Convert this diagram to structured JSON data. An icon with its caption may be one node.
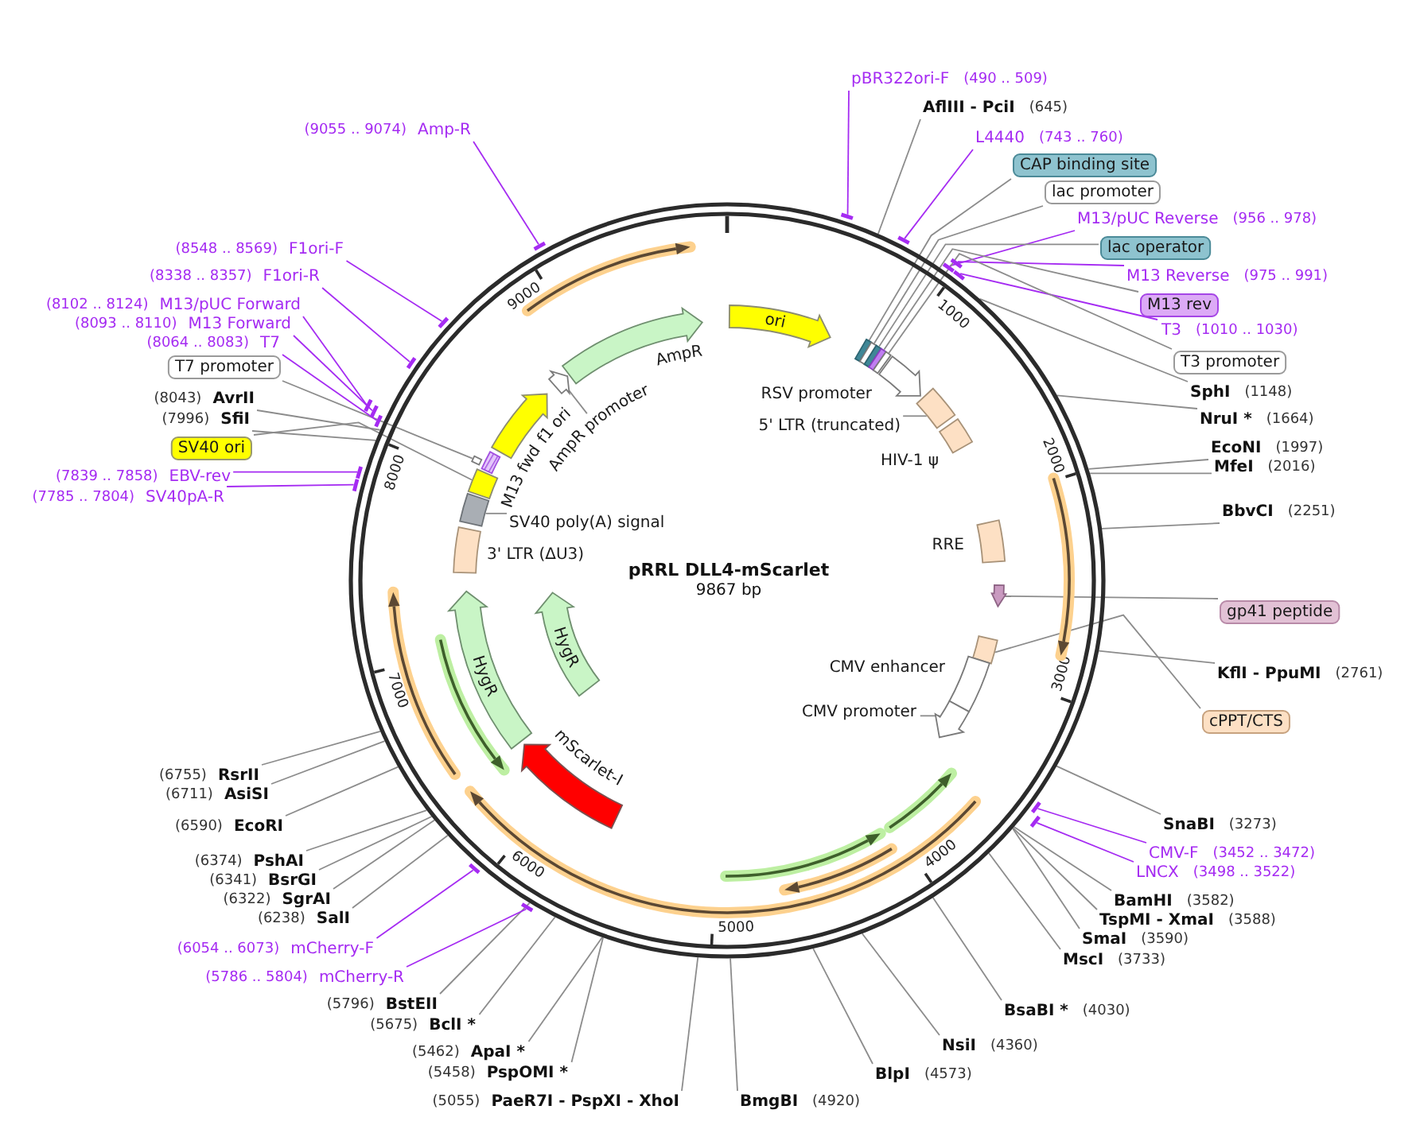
{
  "diagram": {
    "nodes": [
      {
        "text": [
          "pRRL DLL4-mScarlet",
          "9867 bp"
        ]
      },
      {
        "text": [
          "ori"
        ],
        "in": 0
      },
      {
        "text": [],
        "shape": "box",
        "in": 0
      },
      {
        "text": [],
        "shape": "box",
        "in": 0
      },
      {
        "text": [],
        "shape": "box",
        "in": 0
      },
      {
        "text": [],
        "shape": "box",
        "in": 0
      },
      {
        "text": [],
        "shape": "box",
        "in": 0
      },
      {
        "text": [],
        "shape": "arrow",
        "beside": [
          "RSV promoter"
        ],
        "in": 0
      },
      {
        "text": [],
        "shape": "box",
        "in": 0
      },
      {
        "text": [],
        "shape": "box",
        "beside": [
          "HIV-1 ψ"
        ],
        "in": 0
      },
      {
        "text": [],
        "shape": "box",
        "beside": [
          "RRE"
        ],
        "in": 0
      },
      {
        "text": [],
        "shape": "arrow",
        "in": 0
      },
      {
        "text": [],
        "shape": "box",
        "in": 0
      },
      {
        "text": [],
        "shape": "box",
        "beside": [
          "CMV enhancer"
        ],
        "in": 0
      },
      {
        "text": [],
        "shape": "arrow",
        "in": 0
      },
      {
        "text": [],
        "shape": "arrow",
        "beside": [
          "mScarlet-I"
        ],
        "in": 0
      },
      {
        "text": [
          "HygR"
        ],
        "in": 0
      },
      {
        "text": [
          "HygR"
        ],
        "in": 0
      },
      {
        "text": [],
        "shape": "box",
        "beside": [
          "3' LTR (ΔU3)"
        ],
        "in": 0
      },
      {
        "text": [],
        "shape": "box",
        "in": 0
      },
      {
        "text": [],
        "shape": "box",
        "in": 0
      },
      {
        "text": [],
        "shape": "box",
        "beside": [
          "M13 fwd"
        ],
        "in": 0
      },
      {
        "text": [],
        "shape": "box",
        "in": 0
      },
      {
        "text": [],
        "shape": "arrow",
        "beside": [
          "f1 ori"
        ],
        "in": 0
      },
      {
        "text": [],
        "shape": "arrow",
        "in": 0
      },
      {
        "text": [],
        "shape": "arrow",
        "beside": [
          "AmpR"
        ],
        "in": 0
      },
      {
        "text": [
          "5' LTR (truncated)"
        ],
        "in": 0
      },
      {
        "text": [
          "CMV promoter"
        ],
        "in": 0
      },
      {
        "text": [
          "SV40 poly(A) signal"
        ],
        "in": 0
      },
      {
        "text": [
          "AmpR promoter"
        ],
        "in": 0
      },
      {
        "text": [
          "pBR322ori-F",
          "(490 .. 509)"
        ]
      },
      {
        "text": [
          "AflIII - PciI",
          "(645)"
        ]
      },
      {
        "text": [
          "L4440",
          "(743 .. 760)"
        ]
      },
      {
        "text": [
          "CAP binding site"
        ]
      },
      {
        "text": [
          "lac promoter"
        ]
      },
      {
        "text": [
          "M13/pUC Reverse",
          "(956 .. 978)"
        ]
      },
      {
        "text": [
          "lac operator"
        ]
      },
      {
        "text": [
          "M13 Reverse",
          "(975 .. 991)"
        ]
      },
      {
        "text": [
          "M13 rev"
        ]
      },
      {
        "text": [
          "T3",
          "(1010 .. 1030)"
        ]
      },
      {
        "text": [
          "T3 promoter"
        ]
      },
      {
        "text": [
          "SphI",
          "(1148)"
        ]
      },
      {
        "text": [
          "NruI *",
          "(1664)"
        ]
      },
      {
        "text": [
          "EcoNI",
          "(1997)"
        ]
      },
      {
        "text": [
          "MfeI",
          "(2016)"
        ]
      },
      {
        "text": [
          "BbvCI",
          "(2251)"
        ]
      },
      {
        "text": [
          "gp41 peptide"
        ]
      },
      {
        "text": [
          "KflI - PpuMI",
          "(2761)"
        ]
      },
      {
        "text": [
          "cPPT/CTS"
        ]
      },
      {
        "text": [
          "SnaBI",
          "(3273)"
        ]
      },
      {
        "text": [
          "CMV-F",
          "(3452 .. 3472)"
        ]
      },
      {
        "text": [
          "LNCX",
          "(3498 .. 3522)"
        ]
      },
      {
        "text": [
          "BamHI",
          "(3582)"
        ]
      },
      {
        "text": [
          "TspMI - XmaI",
          "(3588)"
        ]
      },
      {
        "text": [
          "SmaI",
          "(3590)"
        ]
      },
      {
        "text": [
          "MscI",
          "(3733)"
        ]
      },
      {
        "text": [
          "BsaBI *",
          "(4030)"
        ]
      },
      {
        "text": [
          "NsiI",
          "(4360)"
        ]
      },
      {
        "text": [
          "BlpI",
          "(4573)"
        ]
      },
      {
        "text": [
          "BmgBI",
          "(4920)"
        ]
      },
      {
        "text": [
          "(5055)",
          "PaeR7I - PspXI - XhoI"
        ]
      },
      {
        "text": [
          "(5458)",
          "PspOMI *"
        ]
      },
      {
        "text": [
          "(5462)",
          "ApaI *"
        ]
      },
      {
        "text": [
          "(5675)",
          "BclI *"
        ]
      },
      {
        "text": [
          "(5796)",
          "BstEII"
        ]
      },
      {
        "text": [
          "(5786 .. 5804)",
          "mCherry-R"
        ]
      },
      {
        "text": [
          "(6054 .. 6073)",
          "mCherry-F"
        ]
      },
      {
        "text": [
          "(6238)",
          "SalI"
        ]
      },
      {
        "text": [
          "(6322)",
          "SgrAI"
        ]
      },
      {
        "text": [
          "(6341)",
          "BsrGI"
        ]
      },
      {
        "text": [
          "(6374)",
          "PshAI"
        ]
      },
      {
        "text": [
          "(6590)",
          "EcoRI"
        ]
      },
      {
        "text": [
          "(6711)",
          "AsiSI"
        ]
      },
      {
        "text": [
          "(6755)",
          "RsrII"
        ]
      },
      {
        "text": [
          "(7785 .. 7804)",
          "SV40pA-R"
        ]
      },
      {
        "text": [
          "(7839 .. 7858)",
          "EBV-rev"
        ]
      },
      {
        "text": [
          "SV40 ori"
        ]
      },
      {
        "text": [
          "(7996)",
          "SfiI"
        ]
      },
      {
        "text": [
          "(8043)",
          "AvrII"
        ]
      },
      {
        "text": [
          "T7 promoter"
        ]
      },
      {
        "text": [
          "(8064 .. 8083)",
          "T7"
        ]
      },
      {
        "text": [
          "(8093 .. 8110)",
          "M13 Forward"
        ]
      },
      {
        "text": [
          "(8102 .. 8124)",
          "M13/pUC Forward"
        ]
      },
      {
        "text": [
          "(8338 .. 8357)",
          "F1ori-R"
        ]
      },
      {
        "text": [
          "(8548 .. 8569)",
          "F1ori-F"
        ]
      },
      {
        "text": [
          "(9055 .. 9074)",
          "Amp-R"
        ]
      },
      {
        "text": [],
        "shape": "bar"
      },
      {
        "text": [],
        "shape": "bar"
      },
      {
        "text": [],
        "shape": "bar"
      },
      {
        "text": [],
        "shape": "bar"
      },
      {
        "text": [],
        "shape": "bar"
      },
      {
        "text": [],
        "shape": "bar"
      },
      {
        "text": [],
        "shape": "bar"
      },
      {
        "text": [],
        "shape": "bar"
      },
      {
        "text": [],
        "shape": "bar"
      },
      {
        "text": [],
        "shape": "bar"
      },
      {
        "text": [],
        "shape": "bar"
      },
      {
        "text": [],
        "shape": "bar"
      },
      {
        "text": [],
        "shape": "bar"
      },
      {
        "text": [],
        "shape": "bar"
      },
      {
        "text": [],
        "shape": "bar"
      },
      {
        "text": [],
        "shape": "bar"
      },
      {
        "text": [],
        "shape": "bar"
      }
    ],
    "edges": [
      {
        "from": 26,
        "to": 8,
        "arrow": "none"
      },
      {
        "from": 27,
        "to": 14,
        "arrow": "none"
      },
      {
        "from": 28,
        "to": 19,
        "arrow": "none"
      },
      {
        "from": 29,
        "to": 24,
        "arrow": "none"
      },
      {
        "from": 30,
        "to": 86,
        "arrow": "none",
        "color": "#a52bf2"
      },
      {
        "from": 31,
        "to": 0,
        "arrow": "none"
      },
      {
        "from": 32,
        "to": 87,
        "arrow": "none",
        "color": "#a52bf2"
      },
      {
        "from": 33,
        "to": 2,
        "arrow": "none"
      },
      {
        "from": 34,
        "to": 3,
        "arrow": "none"
      },
      {
        "from": 35,
        "to": 88,
        "arrow": "none",
        "color": "#a52bf2"
      },
      {
        "from": 36,
        "to": 4,
        "arrow": "none"
      },
      {
        "from": 37,
        "to": 89,
        "arrow": "none",
        "color": "#a52bf2"
      },
      {
        "from": 38,
        "to": 5,
        "arrow": "none"
      },
      {
        "from": 39,
        "to": 90,
        "arrow": "none",
        "color": "#a52bf2"
      },
      {
        "from": 40,
        "to": 6,
        "arrow": "none"
      },
      {
        "from": 41,
        "to": 0,
        "arrow": "none"
      },
      {
        "from": 42,
        "to": 0,
        "arrow": "none"
      },
      {
        "from": 43,
        "to": 0,
        "arrow": "none"
      },
      {
        "from": 44,
        "to": 0,
        "arrow": "none"
      },
      {
        "from": 45,
        "to": 0,
        "arrow": "none"
      },
      {
        "from": 46,
        "to": 11,
        "arrow": "none"
      },
      {
        "from": 47,
        "to": 0,
        "arrow": "none"
      },
      {
        "from": 48,
        "to": 12,
        "arrow": "none"
      },
      {
        "from": 49,
        "to": 0,
        "arrow": "none"
      },
      {
        "from": 50,
        "to": 91,
        "arrow": "none",
        "color": "#a52bf2"
      },
      {
        "from": 51,
        "to": 92,
        "arrow": "none",
        "color": "#a52bf2"
      },
      {
        "from": 52,
        "to": 0,
        "arrow": "none"
      },
      {
        "from": 53,
        "to": 0,
        "arrow": "none"
      },
      {
        "from": 54,
        "to": 0,
        "arrow": "none"
      },
      {
        "from": 55,
        "to": 0,
        "arrow": "none"
      },
      {
        "from": 56,
        "to": 0,
        "arrow": "none"
      },
      {
        "from": 57,
        "to": 0,
        "arrow": "none"
      },
      {
        "from": 58,
        "to": 0,
        "arrow": "none"
      },
      {
        "from": 59,
        "to": 0,
        "arrow": "none"
      },
      {
        "from": 60,
        "to": 0,
        "arrow": "none"
      },
      {
        "from": 61,
        "to": 0,
        "arrow": "none"
      },
      {
        "from": 62,
        "to": 0,
        "arrow": "none"
      },
      {
        "from": 63,
        "to": 0,
        "arrow": "none"
      },
      {
        "from": 64,
        "to": 0,
        "arrow": "none"
      },
      {
        "from": 65,
        "to": 93,
        "arrow": "none",
        "color": "#a52bf2"
      },
      {
        "from": 66,
        "to": 94,
        "arrow": "none",
        "color": "#a52bf2"
      },
      {
        "from": 67,
        "to": 0,
        "arrow": "none"
      },
      {
        "from": 68,
        "to": 0,
        "arrow": "none"
      },
      {
        "from": 69,
        "to": 0,
        "arrow": "none"
      },
      {
        "from": 70,
        "to": 0,
        "arrow": "none"
      },
      {
        "from": 71,
        "to": 0,
        "arrow": "none"
      },
      {
        "from": 72,
        "to": 0,
        "arrow": "none"
      },
      {
        "from": 73,
        "to": 0,
        "arrow": "none"
      },
      {
        "from": 74,
        "to": 95,
        "arrow": "none",
        "color": "#a52bf2"
      },
      {
        "from": 75,
        "to": 96,
        "arrow": "none",
        "color": "#a52bf2"
      },
      {
        "from": 76,
        "to": 20,
        "arrow": "none"
      },
      {
        "from": 77,
        "to": 0,
        "arrow": "none"
      },
      {
        "from": 78,
        "to": 0,
        "arrow": "none"
      },
      {
        "from": 79,
        "to": 22,
        "arrow": "none"
      },
      {
        "from": 80,
        "to": 97,
        "arrow": "none",
        "color": "#a52bf2"
      },
      {
        "from": 81,
        "to": 98,
        "arrow": "none",
        "color": "#a52bf2"
      },
      {
        "from": 82,
        "to": 99,
        "arrow": "none",
        "color": "#a52bf2"
      },
      {
        "from": 83,
        "to": 100,
        "arrow": "none",
        "color": "#a52bf2"
      },
      {
        "from": 84,
        "to": 101,
        "arrow": "none",
        "color": "#a52bf2"
      },
      {
        "from": 85,
        "to": 102,
        "arrow": "none",
        "color": "#a52bf2"
      }
    ],
    "labels": [
      "1000",
      "2000",
      "3000",
      "4000",
      "5000",
      "6000",
      "7000",
      "8000",
      "9000"
    ]
  }
}
